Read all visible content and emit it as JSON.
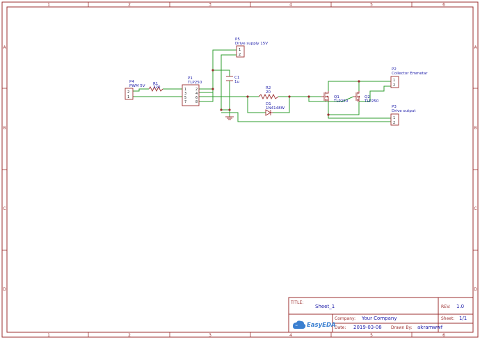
{
  "sheet_frame": {
    "columns": [
      "1",
      "2",
      "3",
      "4",
      "5",
      "6"
    ],
    "rows": [
      "A",
      "B",
      "C",
      "D"
    ]
  },
  "components": {
    "p4": {
      "ref": "P4",
      "value": "PWM 5V",
      "pins": [
        "2",
        "1"
      ]
    },
    "r1": {
      "ref": "R1",
      "value": "220"
    },
    "p1": {
      "ref": "P1",
      "value": "TLP250",
      "pins_left": [
        "1",
        "3",
        "5",
        "7"
      ],
      "pins_right": [
        "2",
        "4",
        "6",
        "8"
      ]
    },
    "p5": {
      "ref": "P5",
      "value": "Drive supply 15V",
      "pins": [
        "1",
        "2"
      ]
    },
    "c1": {
      "ref": "C1",
      "value": "1u"
    },
    "r2": {
      "ref": "R2",
      "value": "20"
    },
    "d1": {
      "ref": "D1",
      "value": "1N4148W"
    },
    "q1": {
      "ref": "Q1",
      "value": "TLP250"
    },
    "q2": {
      "ref": "Q2",
      "value": "TLP250"
    },
    "p2": {
      "ref": "P2",
      "value": "Collector Emmetar",
      "pins": [
        "1",
        "2"
      ]
    },
    "p3": {
      "ref": "P3",
      "value": "Drive output",
      "pins": [
        "1",
        "2"
      ]
    }
  },
  "title_block": {
    "title_label": "TITLE:",
    "title_value": "Sheet_1",
    "rev_label": "REV:",
    "rev_value": "1.0",
    "company_label": "Company:",
    "company_value": "Your Company",
    "sheet_label": "Sheet:",
    "sheet_value": "1/1",
    "date_label": "Date:",
    "date_value": "2019-03-08",
    "drawn_label": "Drawn By:",
    "drawn_value": "akramwwf",
    "logo_text": "EasyEDA"
  }
}
